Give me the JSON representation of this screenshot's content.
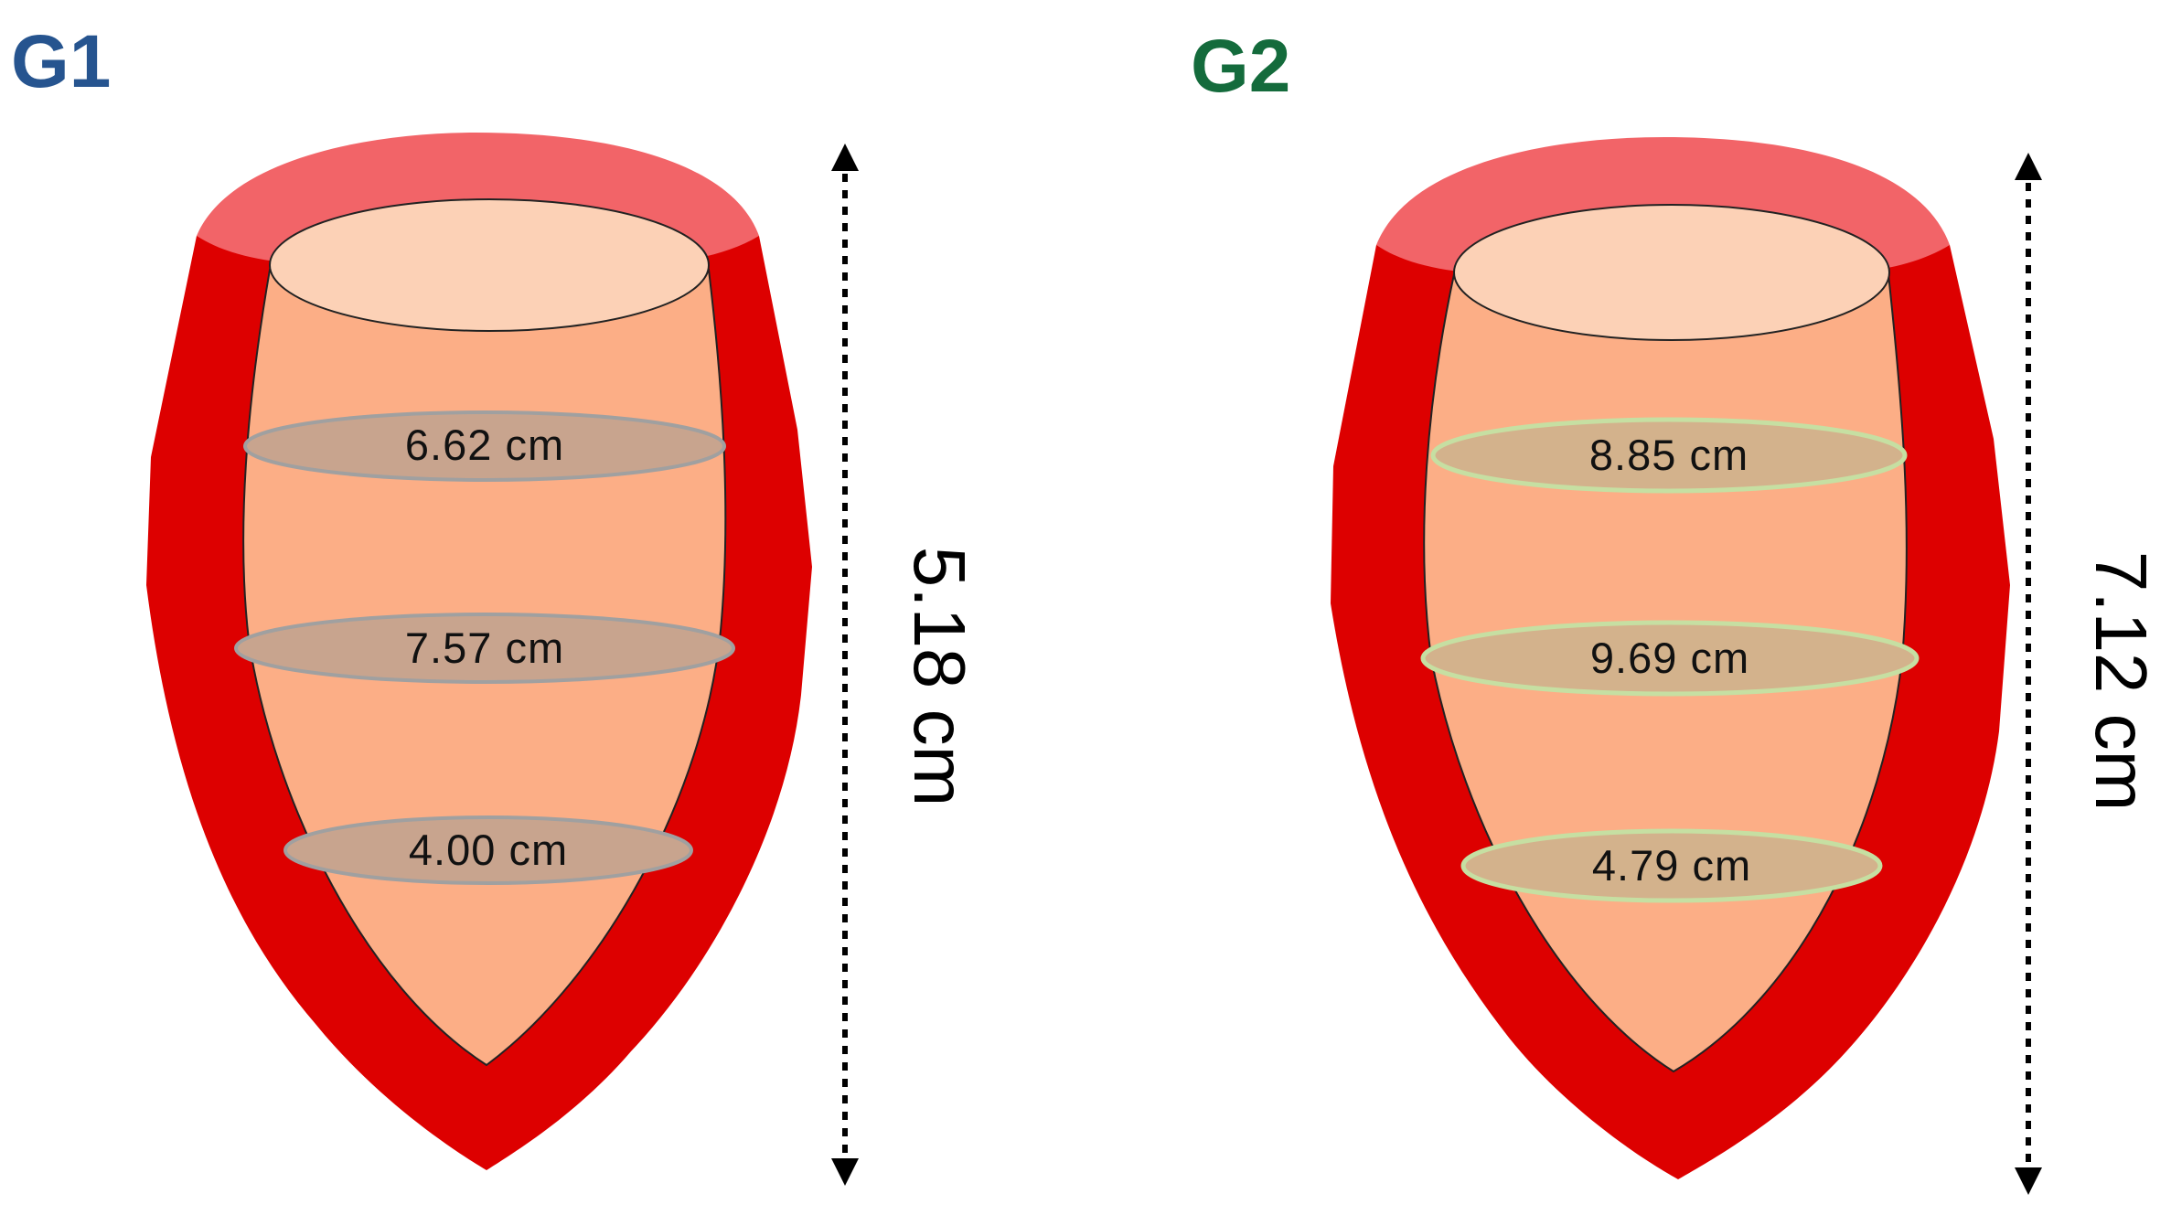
{
  "colors": {
    "wall": "#dd0000",
    "wall_top": "#f26468",
    "cavity": "#fcae86",
    "cavity_top": "#fcd1b6",
    "g1_title": "#26548f",
    "g2_title": "#146b3c",
    "g1_ring_fill": "#c8a48e",
    "g1_ring_edge": "#a0a0a0",
    "g2_ring_fill": "#d3b28c",
    "g2_ring_edge": "#c6dfa2",
    "arrow": "#000000"
  },
  "panels": [
    {
      "title": "G1",
      "length_label": "5.18 cm",
      "rings": [
        {
          "label": "6.62 cm"
        },
        {
          "label": "7.57 cm"
        },
        {
          "label": "4.00 cm"
        }
      ]
    },
    {
      "title": "G2",
      "length_label": "7.12 cm",
      "rings": [
        {
          "label": "8.85 cm"
        },
        {
          "label": "9.69 cm"
        },
        {
          "label": "4.79 cm"
        }
      ]
    }
  ]
}
